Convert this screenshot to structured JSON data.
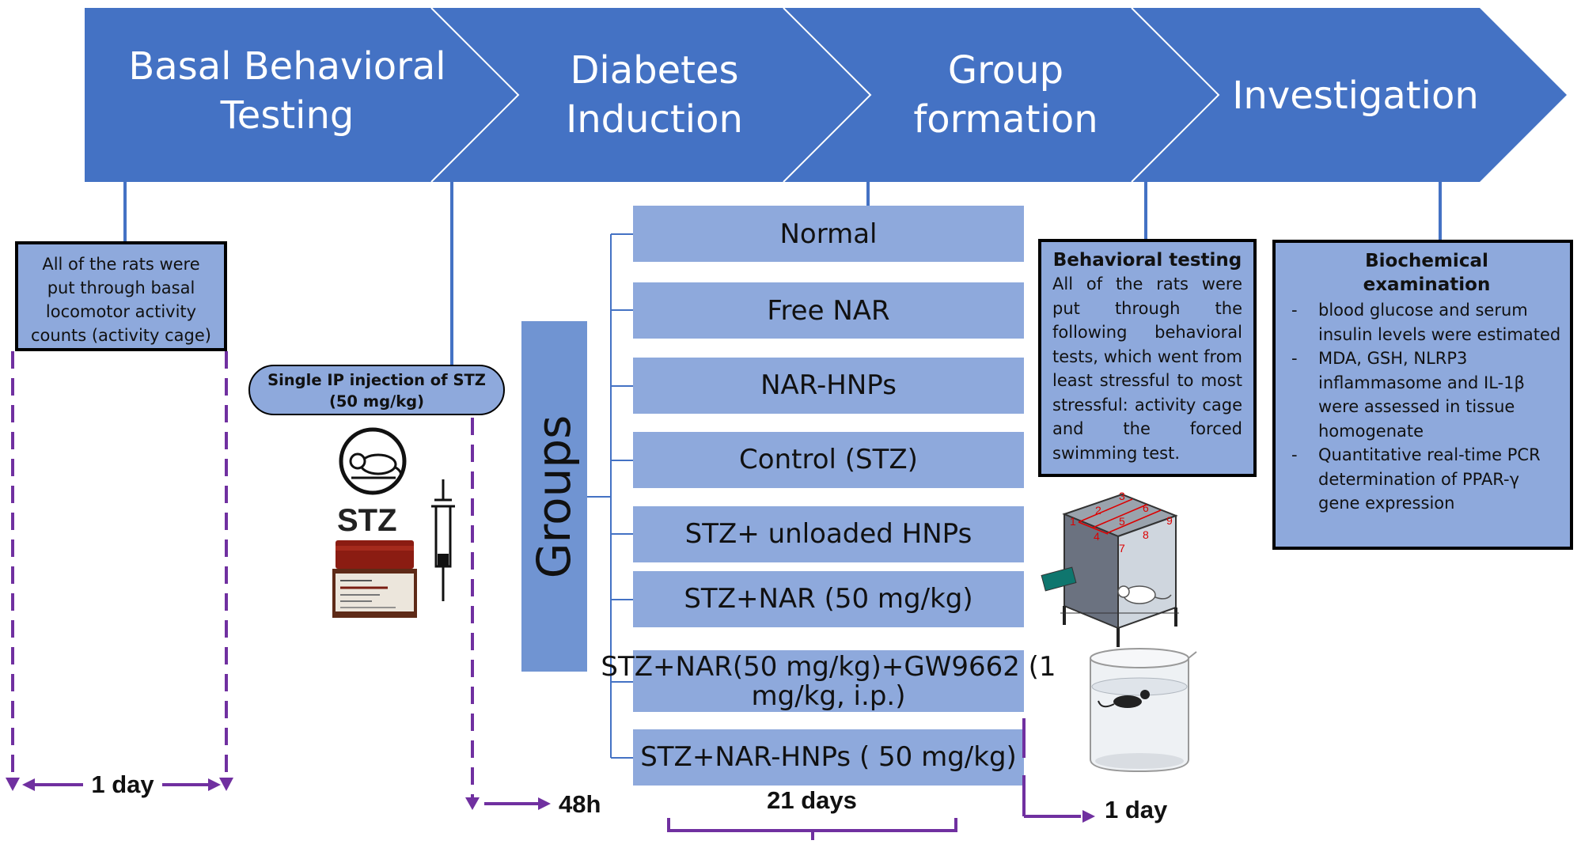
{
  "stages": [
    {
      "line1": "Basal Behavioral",
      "line2": "Testing"
    },
    {
      "line1": "Diabetes",
      "line2": "Induction"
    },
    {
      "line1": "Group",
      "line2": "formation"
    },
    {
      "line1": "Investigation",
      "line2": ""
    }
  ],
  "basal_box": {
    "lines": [
      "All of the rats were",
      "put through basal",
      "locomotor activity",
      "counts (activity cage)"
    ]
  },
  "injection": {
    "line1": "Single IP injection of STZ",
    "line2": "(50 mg/kg)"
  },
  "stz_label": "STZ",
  "groups_label": "Groups",
  "groups": [
    {
      "line1": "Normal",
      "line2": ""
    },
    {
      "line1": "Free NAR",
      "line2": ""
    },
    {
      "line1": "NAR-HNPs",
      "line2": ""
    },
    {
      "line1": "Control (STZ)",
      "line2": ""
    },
    {
      "line1": "STZ+ unloaded HNPs",
      "line2": ""
    },
    {
      "line1": "STZ+NAR (50 mg/kg)",
      "line2": ""
    },
    {
      "line1": "STZ+NAR(50 mg/kg)+GW9662 (1",
      "line2": "mg/kg, i.p.)"
    },
    {
      "line1": "STZ+NAR-HNPs ( 50 mg/kg)",
      "line2": ""
    }
  ],
  "behavioral_box": {
    "heading": "Behavioral testing",
    "text": "All of the rats were put through the following behavioral tests, which went from least stressful to most stressful: activity cage and the forced swimming test."
  },
  "biochem_box": {
    "heading_line1": "Biochemical",
    "heading_line2": "examination",
    "items": [
      "blood glucose and serum insulin levels were estimated",
      "MDA, GSH, NLRP3 inflammasome and IL-1β were assessed in tissue homogenate",
      "Quantitative real-time PCR determination of PPAR-γ gene expression"
    ]
  },
  "durations": {
    "d1": "1 day",
    "d2": "48h",
    "d3": "21 days",
    "d4": "1 day"
  },
  "cage_numbers": [
    "1",
    "2",
    "3",
    "4",
    "5",
    "6",
    "7",
    "8",
    "9"
  ],
  "colors": {
    "arrow_fill": "#4472c4",
    "box_fill": "#8ea9dc",
    "dashed_purple": "#7030a0",
    "line_blue": "#4472c4"
  }
}
